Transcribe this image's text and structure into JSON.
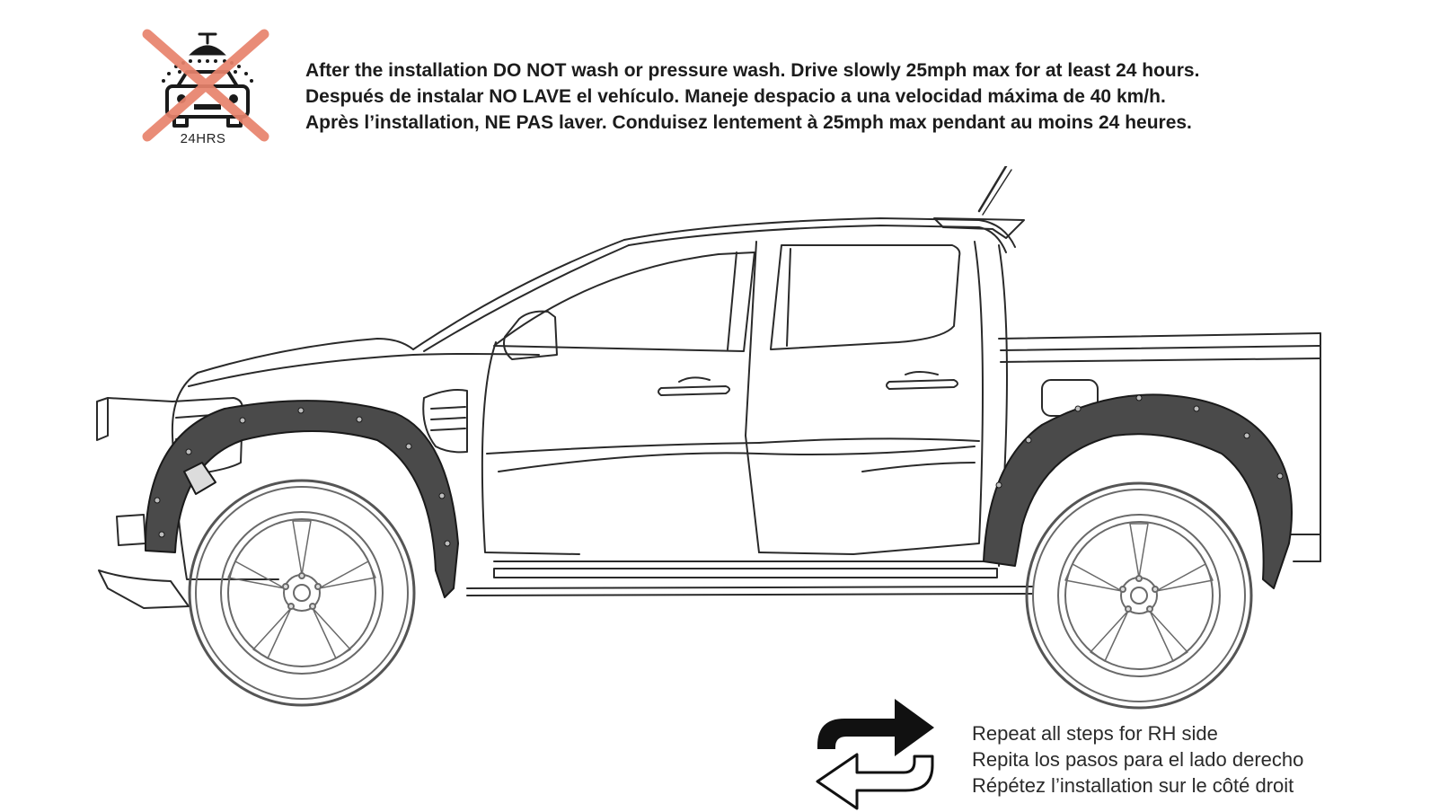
{
  "warning": {
    "icon": "no-wash-icon",
    "icon_caption": "24HRS",
    "cross_color": "#e8836c",
    "lines": [
      "After the installation DO NOT wash or pressure wash. Drive slowly 25mph max for at least 24 hours.",
      "Después de instalar NO LAVE el vehículo. Maneje despacio a una velocidad máxima de 40 km/h.",
      "Après l’installation, NE PAS laver. Conduisez lentement à 25mph max pendant au moins 24 heures."
    ]
  },
  "illustration": {
    "subject": "pickup-truck-side-view-with-fender-flares-icon"
  },
  "repeat": {
    "icon": "repeat-arrows-icon",
    "lines": [
      "Repeat all steps for RH side",
      "Repita los pasos para el lado derecho",
      "Répétez l’installation sur le côté droit"
    ]
  }
}
